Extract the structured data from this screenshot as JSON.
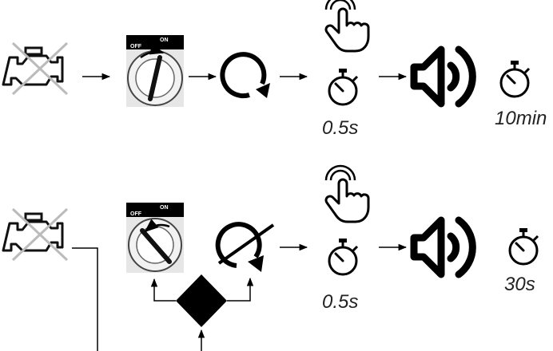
{
  "row1": {
    "press_time": "0.5s",
    "sound_time": "10min",
    "switch_off": "OFF",
    "switch_on": "ON"
  },
  "row2": {
    "press_time": "0.5s",
    "sound_time": "30s",
    "switch_off": "OFF",
    "switch_on": "ON"
  },
  "icons": [
    "engine-off-icon",
    "arrow-icon",
    "ignition-switch-icon",
    "rotate-icon",
    "no-rotate-icon",
    "hand-press-icon",
    "stopwatch-icon",
    "speaker-icon",
    "decision-diamond-icon"
  ],
  "colors": {
    "ink": "#000000",
    "cross": "#bbbbbb",
    "switch_face": "#e6e6e6"
  }
}
